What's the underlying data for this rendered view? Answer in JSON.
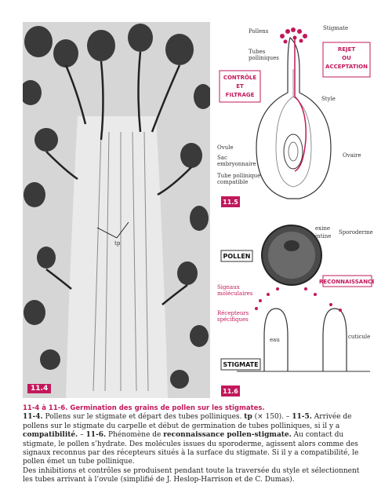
{
  "fig_11_4": {
    "number": "11.4",
    "tp_label": "tp"
  },
  "fig_11_5": {
    "number": "11.5",
    "labels": {
      "pollens": "Pollens",
      "stigmate": "Stigmate",
      "tubes": "Tubes",
      "polliniques": "polliniques",
      "rejet": "REJET",
      "ou": "OU",
      "acceptation": "ACCEPTATION",
      "controle": "CONTRÔLE",
      "et": "ET",
      "filtrage": "FILTRAGE",
      "style": "Style",
      "ovule": "Ovule",
      "sac": "Sac",
      "embryonnaire": "embryonnaire",
      "ovaire": "Ovaire",
      "tube_pollinique": "Tube pollinique",
      "compatible": "compatible"
    }
  },
  "fig_11_6": {
    "number": "11.6",
    "labels": {
      "exine": "exine",
      "intine": "intine",
      "sporoderme": "Sporoderme",
      "pollen": "POLLEN",
      "signaux": "Signaux",
      "moleculaires": "moléculaires",
      "reconnaissance": "RECONNAISSANCE",
      "recepteurs": "Récepteurs",
      "specifiques": "spécifiques",
      "eau": "eau",
      "cuticule": "cuticule",
      "stigmate": "STIGMATE"
    }
  },
  "caption": {
    "heading": "11-4 à 11-6. Germination des grains de pollen sur les stigmates.",
    "p1_num": "11-4.",
    "p1_text": " Pollens sur le stigmate et départ des tubes polliniques. ",
    "p1_tp": "tp",
    "p1_text2": " (× 150). – ",
    "p1_num2": "11-5.",
    "p1_text3": " Arrivée de pollens sur le stigmate du carpelle et début de germination de tubes polliniques, si il y a ",
    "p1_bold": "compatibilité.",
    "p1_text4": " – ",
    "p1_num3": "11-6.",
    "p1_text5": " Phénomène de ",
    "p1_bold2": "reconnaissance pollen-stigmate.",
    "p1_text6": " Au contact du stigmate, le pollen s’hydrate. Des molécules issues du sporoderme, agissent alors comme des signaux reconnus par des récepteurs situés à la surface du stigmate. Si il y a compatibilité, le pollen émet un tube pollinique.",
    "p2": "Des inhibitions et contrôles se produisent pendant toute la traversée du style et sélectionnent les tubes arrivant à l’ovule (simplifié de J. Heslop-Harrison et de C. Dumas)."
  }
}
